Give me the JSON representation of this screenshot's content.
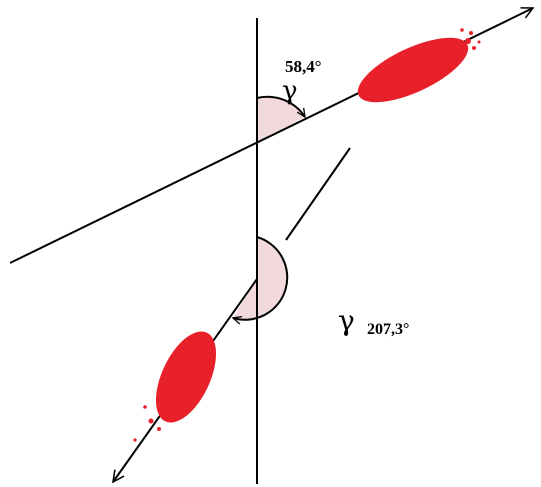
{
  "diagram": {
    "top_angle": {
      "symbol": "γ",
      "value_label": "58,4°",
      "degrees": 58.4
    },
    "bottom_angle": {
      "symbol": "γ",
      "value_label": "207,3°",
      "degrees": 207.3
    },
    "colors": {
      "line": "#000000",
      "blood_stain": "#e8202a",
      "angle_fill": "#f2d9dc",
      "background": "#ffffff"
    }
  }
}
